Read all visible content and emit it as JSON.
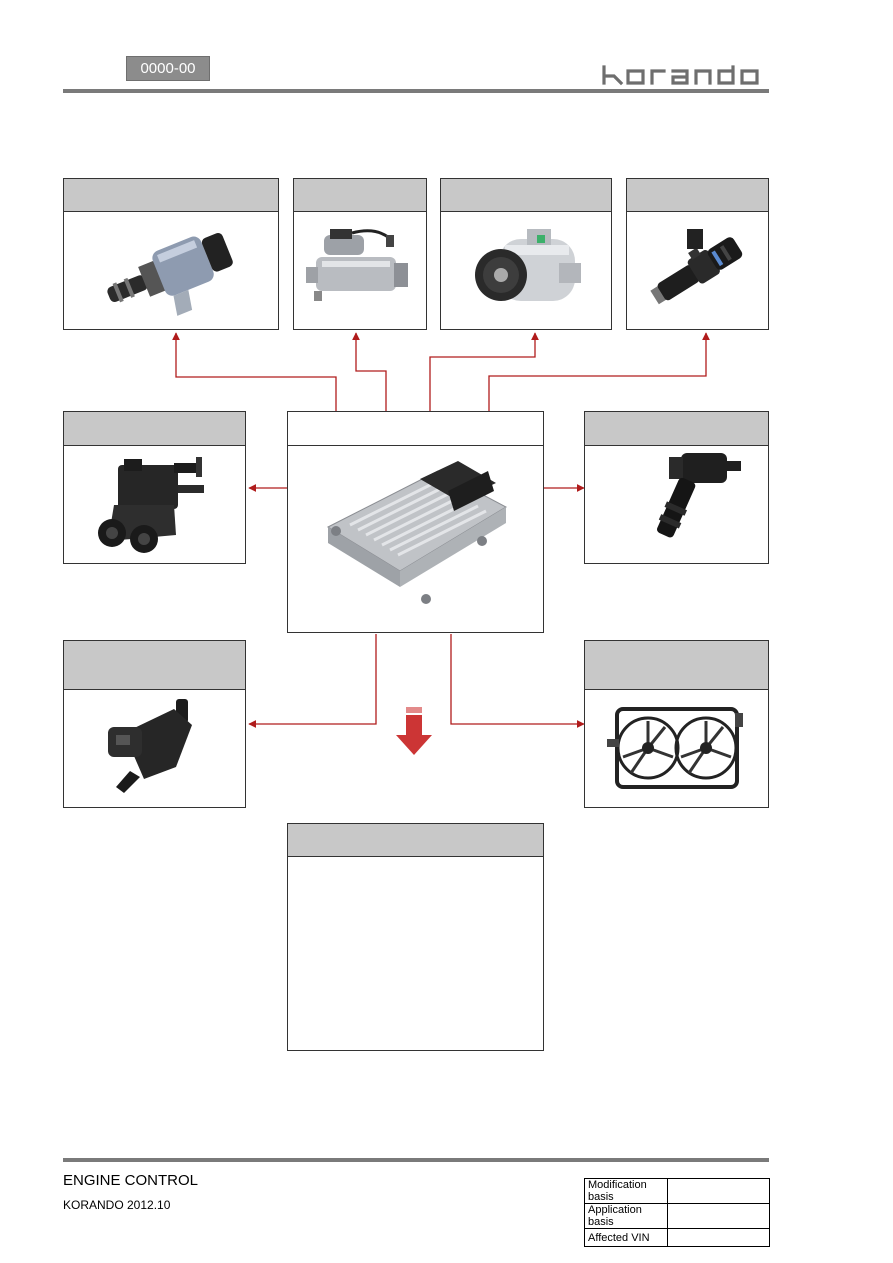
{
  "header": {
    "code": "0000-00",
    "brand": "korando"
  },
  "footer": {
    "title": "ENGINE CONTROL",
    "subtitle": "KORANDO 2012.10",
    "info_rows": [
      {
        "label": "Modification basis",
        "value": ""
      },
      {
        "label": "Application basis",
        "value": ""
      },
      {
        "label": "Affected VIN",
        "value": ""
      }
    ]
  },
  "colors": {
    "arrow": "#b01c1c",
    "header_fill": "#c8c8c8",
    "rule": "#7a7a7a"
  },
  "components": [
    {
      "id": "oil-control-valve",
      "icon": "solenoid-valve-icon"
    },
    {
      "id": "starter-motor",
      "icon": "starter-motor-icon"
    },
    {
      "id": "ac-compressor",
      "icon": "ac-compressor-icon"
    },
    {
      "id": "fuel-injector",
      "icon": "injector-icon"
    },
    {
      "id": "vacuum-solenoid",
      "icon": "vacuum-solenoid-icon"
    },
    {
      "id": "engine-ecu",
      "icon": "ecu-icon"
    },
    {
      "id": "ignition-coil",
      "icon": "ignition-coil-icon"
    },
    {
      "id": "purge-valve",
      "icon": "purge-valve-icon"
    },
    {
      "id": "cooling-fan",
      "icon": "cooling-fan-icon"
    },
    {
      "id": "output-box",
      "icon": ""
    }
  ]
}
